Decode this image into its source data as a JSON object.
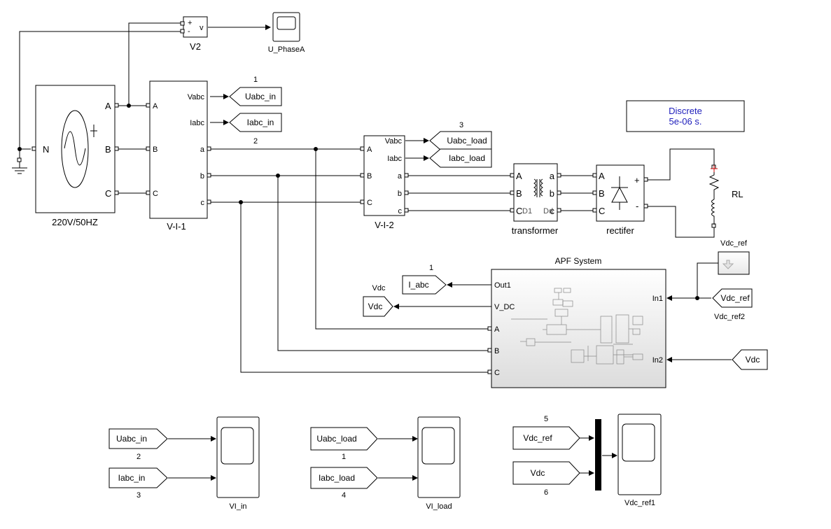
{
  "source": {
    "name": "220V/50HZ",
    "ports": [
      "A",
      "B",
      "C",
      "N"
    ]
  },
  "v2": {
    "name": "V2",
    "plus": "+",
    "minus": "-",
    "out": "v"
  },
  "scope_phase": {
    "name": "U_PhaseA"
  },
  "vi1": {
    "name": "V-I-1",
    "in_ports": [
      "A",
      "B",
      "C"
    ],
    "out_ports": [
      "Vabc",
      "Iabc",
      "a",
      "b",
      "c"
    ]
  },
  "vi2": {
    "name": "V-I-2",
    "in_ports": [
      "A",
      "B",
      "C"
    ],
    "out_ports": [
      "Vabc",
      "Iabc",
      "a",
      "b",
      "c"
    ]
  },
  "goto_uabc_in": {
    "label": "Uabc_in",
    "number": "1"
  },
  "goto_iabc_in": {
    "label": "Iabc_in",
    "number": "2"
  },
  "goto_uabc_load": {
    "label": "Uabc_load",
    "number": "3"
  },
  "goto_iabc_load": {
    "label": "Iabc_load"
  },
  "transformer": {
    "name": "transformer",
    "in_ports": [
      "A",
      "B",
      "C"
    ],
    "out_ports": [
      "a",
      "b",
      "c"
    ],
    "wind1": "D1",
    "wind2": "Dd"
  },
  "rectifier": {
    "name": "rectifer",
    "in_ports": [
      "A",
      "B",
      "C"
    ],
    "plus": "+",
    "minus": "-"
  },
  "rl": {
    "name": "RL"
  },
  "powergui": {
    "line1": "Discrete",
    "line2": "5e-06 s."
  },
  "apf": {
    "title": "APF System",
    "left_ports": [
      "Out1",
      "V_DC",
      "A",
      "B",
      "C"
    ],
    "right_ports": [
      "In1",
      "In2"
    ]
  },
  "goto_i_abc": {
    "label": "I_abc",
    "number": "1"
  },
  "goto_vdc": {
    "label": "Vdc",
    "title": "Vdc"
  },
  "const_vdc_ref": {
    "title": "Vdc_ref"
  },
  "goto_vdc_ref": {
    "label": "Vdc_ref",
    "name": "Vdc_ref2"
  },
  "from_vdc_in2": {
    "label": "Vdc"
  },
  "scope_vi_in": {
    "name": "VI_in",
    "from1": "Uabc_in",
    "from1_num": "2",
    "from2": "Iabc_in",
    "from2_num": "3"
  },
  "scope_vi_load": {
    "name": "VI_load",
    "from1": "Uabc_load",
    "from1_num": "1",
    "from2": "Iabc_load",
    "from2_num": "4"
  },
  "scope_vdc_ref1": {
    "name": "Vdc_ref1",
    "from1": "Vdc_ref",
    "from1_num": "5",
    "from2": "Vdc",
    "from2_num": "6"
  }
}
